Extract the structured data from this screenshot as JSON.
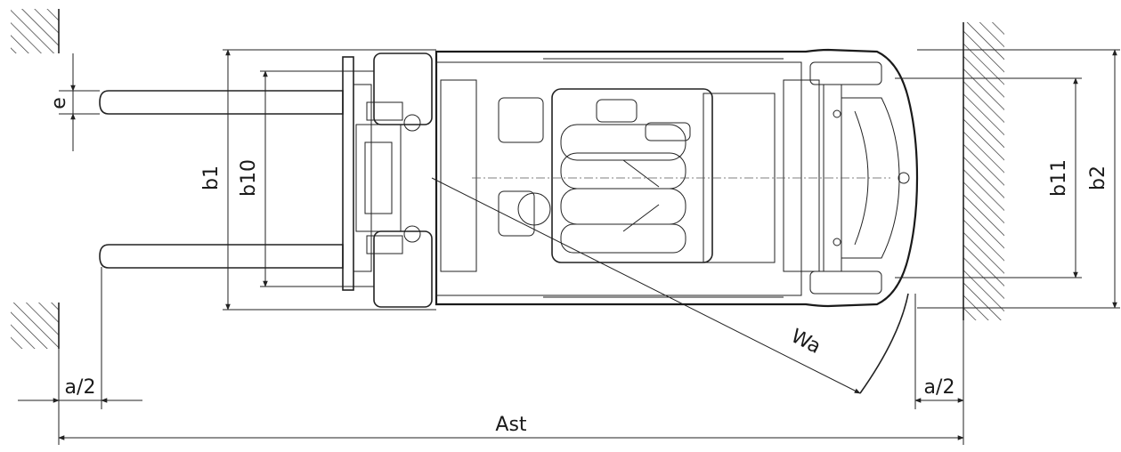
{
  "labels": {
    "e": "e",
    "b1": "b1",
    "b10": "b10",
    "b11": "b11",
    "b2": "b2",
    "wa": "Wa",
    "a2_left": "a/2",
    "a2_right": "a/2",
    "ast": "Ast"
  }
}
